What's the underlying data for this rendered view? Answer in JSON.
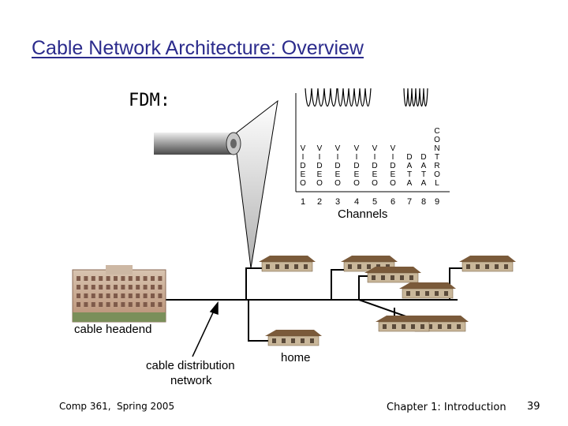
{
  "title": "Cable Network Architecture: Overview",
  "fdm_label": "FDM:",
  "channels": {
    "label": "Channels",
    "columns": [
      {
        "number": "1",
        "letters": [
          "V",
          "I",
          "D",
          "E",
          "O"
        ]
      },
      {
        "number": "2",
        "letters": [
          "V",
          "I",
          "D",
          "E",
          "O"
        ]
      },
      {
        "number": "3",
        "letters": [
          "V",
          "I",
          "D",
          "E",
          "O"
        ]
      },
      {
        "number": "4",
        "letters": [
          "V",
          "I",
          "D",
          "E",
          "O"
        ]
      },
      {
        "number": "5",
        "letters": [
          "V",
          "I",
          "D",
          "E",
          "O"
        ]
      },
      {
        "number": "6",
        "letters": [
          "V",
          "I",
          "D",
          "E",
          "O"
        ]
      },
      {
        "number": "7",
        "letters": [
          "D",
          "A",
          "T",
          "A"
        ]
      },
      {
        "number": "8",
        "letters": [
          "D",
          "A",
          "T",
          "A"
        ]
      },
      {
        "number": "9",
        "letters": [
          "C",
          "O",
          "N",
          "T",
          "R",
          "O",
          "L"
        ]
      }
    ]
  },
  "labels": {
    "headend": "cable headend",
    "distribution_line1": "cable distribution",
    "distribution_line2": "network",
    "home": "home"
  },
  "footer": {
    "course": "Comp 361,",
    "term": "Spring 2005",
    "chapter": "Chapter 1: Introduction",
    "page": "39"
  },
  "colors": {
    "title": "#2b2b8c",
    "cable": "#000000",
    "house_roof": "#7a5a3a",
    "house_wall": "#c9b79a"
  }
}
